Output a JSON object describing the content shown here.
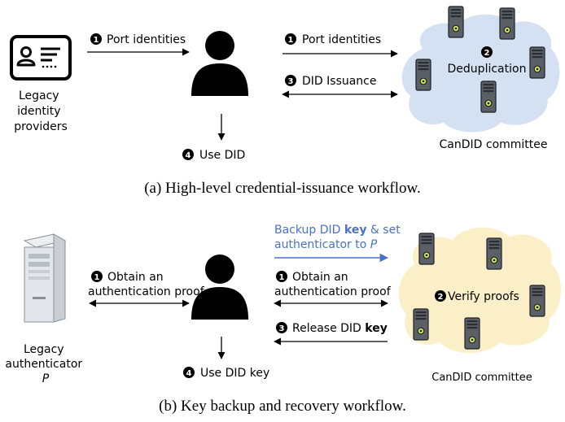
{
  "colors": {
    "accent_blue": "#4a72c4",
    "cloud_blue": "#d4e1f3",
    "cloud_yellow": "#fbefc7",
    "black": "#000000"
  },
  "top": {
    "legacy_providers": [
      "Legacy",
      "identity",
      "providers"
    ],
    "step1_left": {
      "num": "1",
      "text": "Port identities"
    },
    "step1_right": {
      "num": "1",
      "text": "Port identities"
    },
    "step3": {
      "num": "3",
      "text": "DID Issuance"
    },
    "step4": {
      "num": "4",
      "text": "Use DID"
    },
    "cloud_step": {
      "num": "2",
      "text": "Deduplication"
    },
    "committee": "CanDID committee",
    "caption": "(a) High-level credential-issuance workflow."
  },
  "bottom": {
    "backup_line1_pre": "Backup DID ",
    "backup_line1_bold": "key",
    "backup_line1_post": " & set",
    "backup_line2_pre": "authenticator to ",
    "backup_line2_var": "P",
    "left_step1": {
      "num": "1",
      "line1": "Obtain an",
      "line2": "authentication proof"
    },
    "right_step1": {
      "num": "1",
      "line1": "Obtain an",
      "line2": "authentication proof"
    },
    "step3": {
      "num": "3",
      "text_pre": "Release DID ",
      "text_bold": "key"
    },
    "step4": {
      "num": "4",
      "text": "Use DID key"
    },
    "cloud_step": {
      "num": "2",
      "text": "Verify proofs"
    },
    "legacy_auth": [
      "Legacy",
      "authenticator",
      "P"
    ],
    "committee": "CanDID committee",
    "caption": "(b) Key backup and recovery workflow."
  },
  "icons": [
    "id-card-icon",
    "user-icon",
    "server-icon",
    "cloud-icon"
  ]
}
